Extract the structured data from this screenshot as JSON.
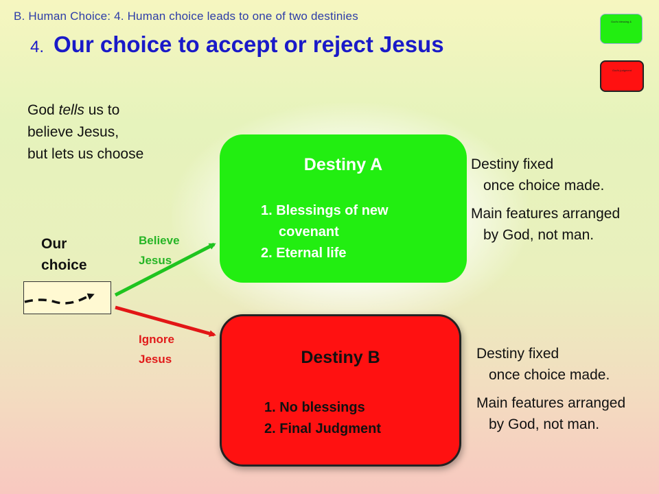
{
  "header": {
    "breadcrumb": "B.  Human Choice:  4.  Human choice leads to one of two destinies",
    "title_number": "4.",
    "title_text": "Our choice to accept or reject Jesus"
  },
  "intro": {
    "line1_a": "God ",
    "line1_em": "tells",
    "line1_b": " us to",
    "line2": "believe Jesus,",
    "line3": "but lets us choose"
  },
  "choice": {
    "line1": "Our",
    "line2": "choice"
  },
  "paths": {
    "believe_1": "Believe",
    "believe_2": "Jesus",
    "ignore_1": "Ignore",
    "ignore_2": "Jesus"
  },
  "destiny_a": {
    "title": "Destiny A",
    "items": [
      "1. Blessings of new",
      "covenant",
      "2. Eternal life"
    ],
    "color": "#22ee11"
  },
  "destiny_b": {
    "title": "Destiny B",
    "items": [
      "1. No blessings",
      "2. Final Judgment"
    ],
    "color": "#ff1111"
  },
  "notes_a": {
    "fixed_1": "Destiny fixed",
    "fixed_2": "once choice made.",
    "features_1": "Main features arranged",
    "features_2": "by God, not man."
  },
  "notes_b": {
    "fixed_1": "Destiny fixed",
    "fixed_2": "once choice made.",
    "features_1": "Main features arranged",
    "features_2": "by God, not man."
  },
  "thumbnails": {
    "a_label": "God's blessing &",
    "b_label": "God's judgment"
  },
  "colors": {
    "title_blue": "#1a1ac8",
    "breadcrumb_blue": "#2d3da8",
    "believe_green": "#26b526",
    "ignore_red": "#e11a1a"
  }
}
